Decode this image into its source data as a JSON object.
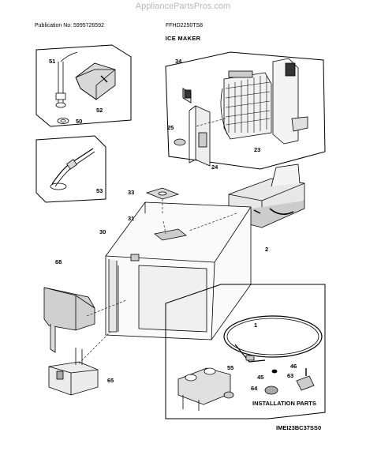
{
  "watermark": "AppliancePartsPros.com",
  "header": {
    "publication": "Publication No: 5995726592",
    "model": "FFHD2250TS8",
    "title": "ICE MAKER"
  },
  "installation_label": "INSTALLATION PARTS",
  "diagram_code": "IMEI23BC37SS0",
  "callouts": {
    "c51": "51",
    "c52": "52",
    "c50": "50",
    "c53": "53",
    "c34": "34",
    "c25": "25",
    "c23": "23",
    "c24": "24",
    "c33": "33",
    "c31": "31",
    "c30": "30",
    "c2": "2",
    "c68": "68",
    "c1": "1",
    "c65": "65",
    "c55": "55",
    "c46": "46",
    "c63": "63",
    "c45": "45",
    "c64": "64"
  }
}
